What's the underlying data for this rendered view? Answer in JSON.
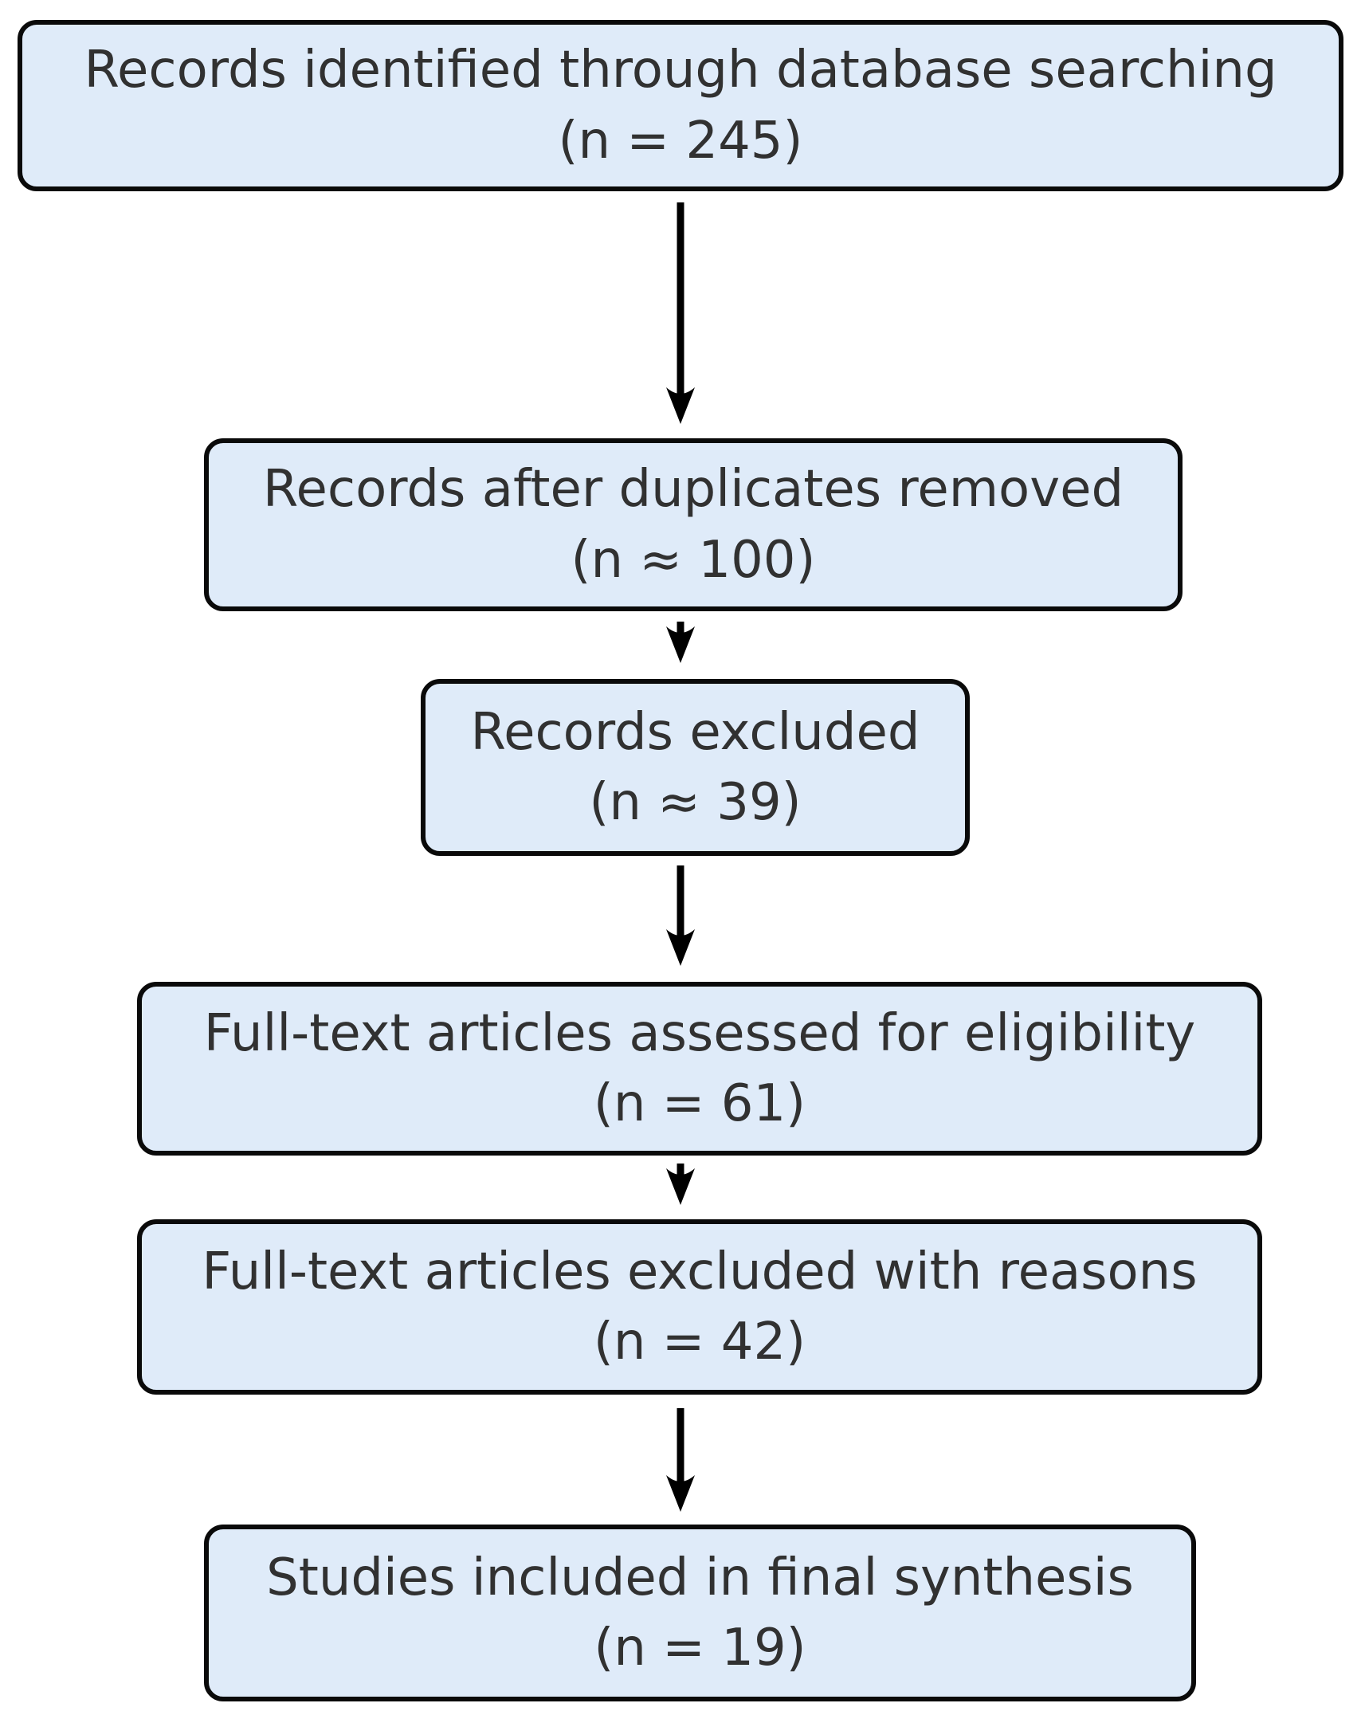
{
  "flow": {
    "boxes": [
      {
        "label": "Records identified through database searching",
        "count": "(n = 245)"
      },
      {
        "label": "Records after duplicates removed",
        "count": "(n ≈ 100)"
      },
      {
        "label": "Records excluded",
        "count": "(n ≈ 39)"
      },
      {
        "label": "Full-text articles assessed for eligibility",
        "count": "(n = 61)"
      },
      {
        "label": "Full-text articles excluded with reasons",
        "count": "(n = 42)"
      },
      {
        "label": "Studies included in final synthesis",
        "count": "(n = 19)"
      }
    ],
    "connections": [
      {
        "from": "Records identified through database searching",
        "to": "Records after duplicates removed"
      },
      {
        "from": "Records after duplicates removed",
        "to": "Records excluded"
      },
      {
        "from": "Records excluded",
        "to": "Full-text articles assessed for eligibility"
      },
      {
        "from": "Full-text articles assessed for eligibility",
        "to": "Full-text articles excluded with reasons"
      },
      {
        "from": "Full-text articles excluded with reasons",
        "to": "Studies included in final synthesis"
      }
    ],
    "colors": {
      "box_fill": "#dfebf9",
      "box_border": "#0a0a0a",
      "text": "#313131",
      "arrow": "#000000",
      "background": "#ffffff"
    }
  }
}
